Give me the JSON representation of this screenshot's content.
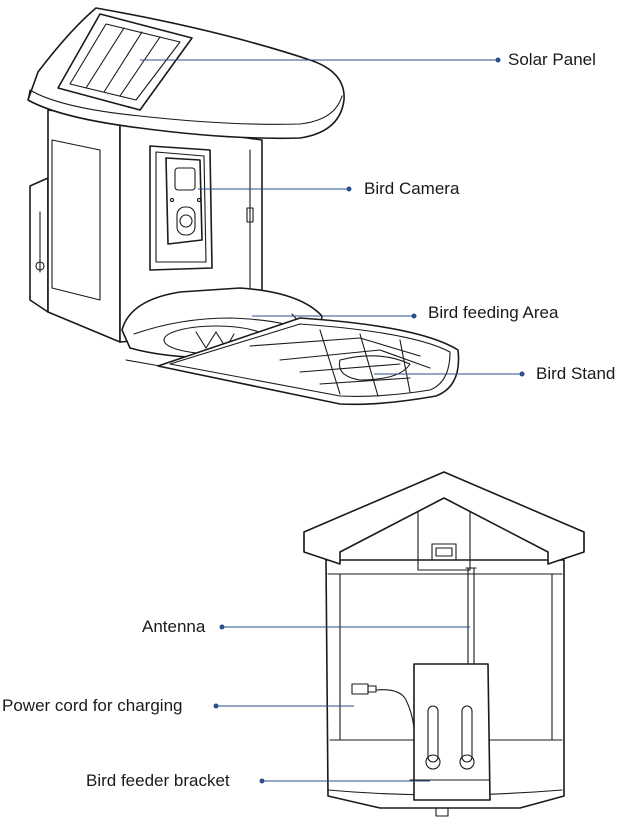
{
  "top_view": {
    "labels": {
      "solar_panel": "Solar Panel",
      "bird_camera": "Bird Camera",
      "bird_feeding_area": "Bird feeding Area",
      "bird_stand": "Bird Stand"
    }
  },
  "back_view": {
    "labels": {
      "antenna": "Antenna",
      "power_cord": "Power cord for charging",
      "bracket": "Bird feeder bracket"
    }
  },
  "colors": {
    "line": "#1a1a1a",
    "leader": "#2a4f8a",
    "background": "#ffffff"
  }
}
